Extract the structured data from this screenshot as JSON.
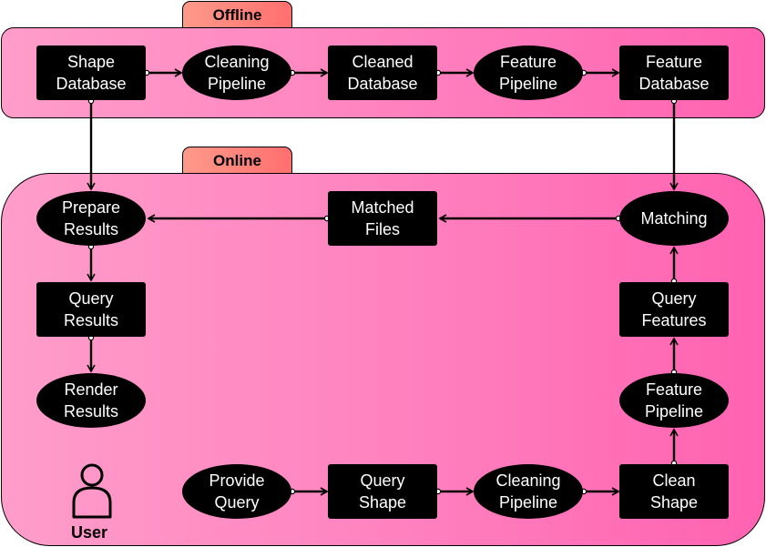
{
  "lanes": {
    "offline": {
      "label": "Offline"
    },
    "online": {
      "label": "Online"
    }
  },
  "nodes": {
    "shape_database": "Shape\nDatabase",
    "cleaning_pipeline_offline": "Cleaning\nPipeline",
    "cleaned_database": "Cleaned\nDatabase",
    "feature_pipeline_offline": "Feature\nPipeline",
    "feature_database": "Feature\nDatabase",
    "prepare_results": "Prepare\nResults",
    "matched_files": "Matched\nFiles",
    "matching": "Matching",
    "query_results": "Query\nResults",
    "render_results": "Render\nResults",
    "query_features": "Query\nFeatures",
    "feature_pipeline_online": "Feature\nPipeline",
    "provide_query": "Provide\nQuery",
    "query_shape": "Query\nShape",
    "cleaning_pipeline_online": "Cleaning\nPipeline",
    "clean_shape": "Clean\nShape"
  },
  "actor": {
    "label": "User",
    "icon": "user-icon"
  },
  "colors": {
    "node_fill": "#000000",
    "node_text": "#ffffff",
    "tab_fill": "#ff7f7f",
    "lane_fill_start": "#ff9dca",
    "lane_fill_end": "#ff62b1"
  }
}
